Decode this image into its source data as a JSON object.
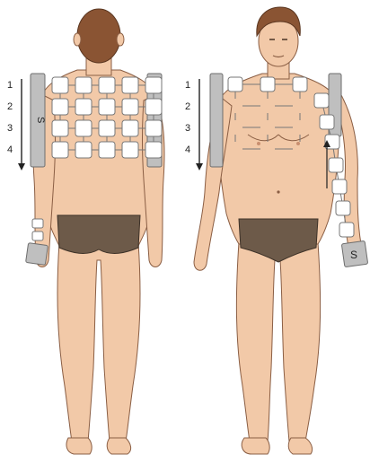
{
  "figures": [
    {
      "id": "back-view",
      "row_numbers": [
        "1",
        "2",
        "3",
        "4"
      ],
      "box_label": "S",
      "grid_rows": 4,
      "grid_cols": 5
    },
    {
      "id": "front-view",
      "row_numbers": [
        "1",
        "2",
        "3",
        "4"
      ],
      "box_label": "S",
      "grid_rows": 4,
      "grid_cols": 3
    }
  ],
  "colors": {
    "skin": "#f2c9a8",
    "skin_outline": "#8a5e44",
    "hair": "#8a5433",
    "briefs": "#6d5a49",
    "frame": "#bfbfbf",
    "cell": "#ffffff",
    "arrow": "#222222"
  }
}
